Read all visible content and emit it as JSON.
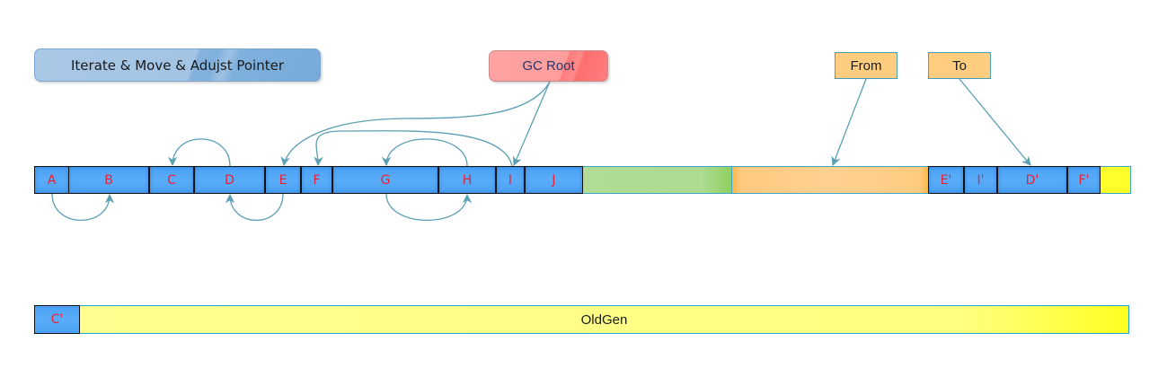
{
  "title": "Iterate & Move & Adujst Pointer",
  "labels": {
    "gc_root": "GC Root",
    "from": "From",
    "to": "To",
    "old_gen": "OldGen"
  },
  "eden_cells": [
    "A",
    "B",
    "C",
    "D",
    "E",
    "F",
    "G",
    "H",
    "I",
    "J"
  ],
  "survivor_to_cells": [
    "E'",
    "I'",
    "D'",
    "F'"
  ],
  "old_gen_cells": [
    "C'"
  ],
  "colors": {
    "object_cell": "#4aa2f5",
    "object_label": "#e8203a",
    "arrow": "#5a9fb3",
    "free_eden": "#addb92",
    "from_space": "#ffcd80",
    "old_gen": "#ffff80",
    "gc_root": "#ff9d9d",
    "title_box": "#a3c4e4"
  },
  "references": [
    {
      "from": "A",
      "to": "B"
    },
    {
      "from": "D",
      "to": "C"
    },
    {
      "from": "E",
      "to": "D"
    },
    {
      "from": "G",
      "to": "H"
    },
    {
      "from": "H",
      "to": "G"
    },
    {
      "from": "I",
      "to": "F"
    },
    {
      "from": "GC Root",
      "to": "E"
    },
    {
      "from": "GC Root",
      "to": "I"
    },
    {
      "from": "From",
      "to": "from-space"
    },
    {
      "from": "To",
      "to": "D'"
    }
  ]
}
